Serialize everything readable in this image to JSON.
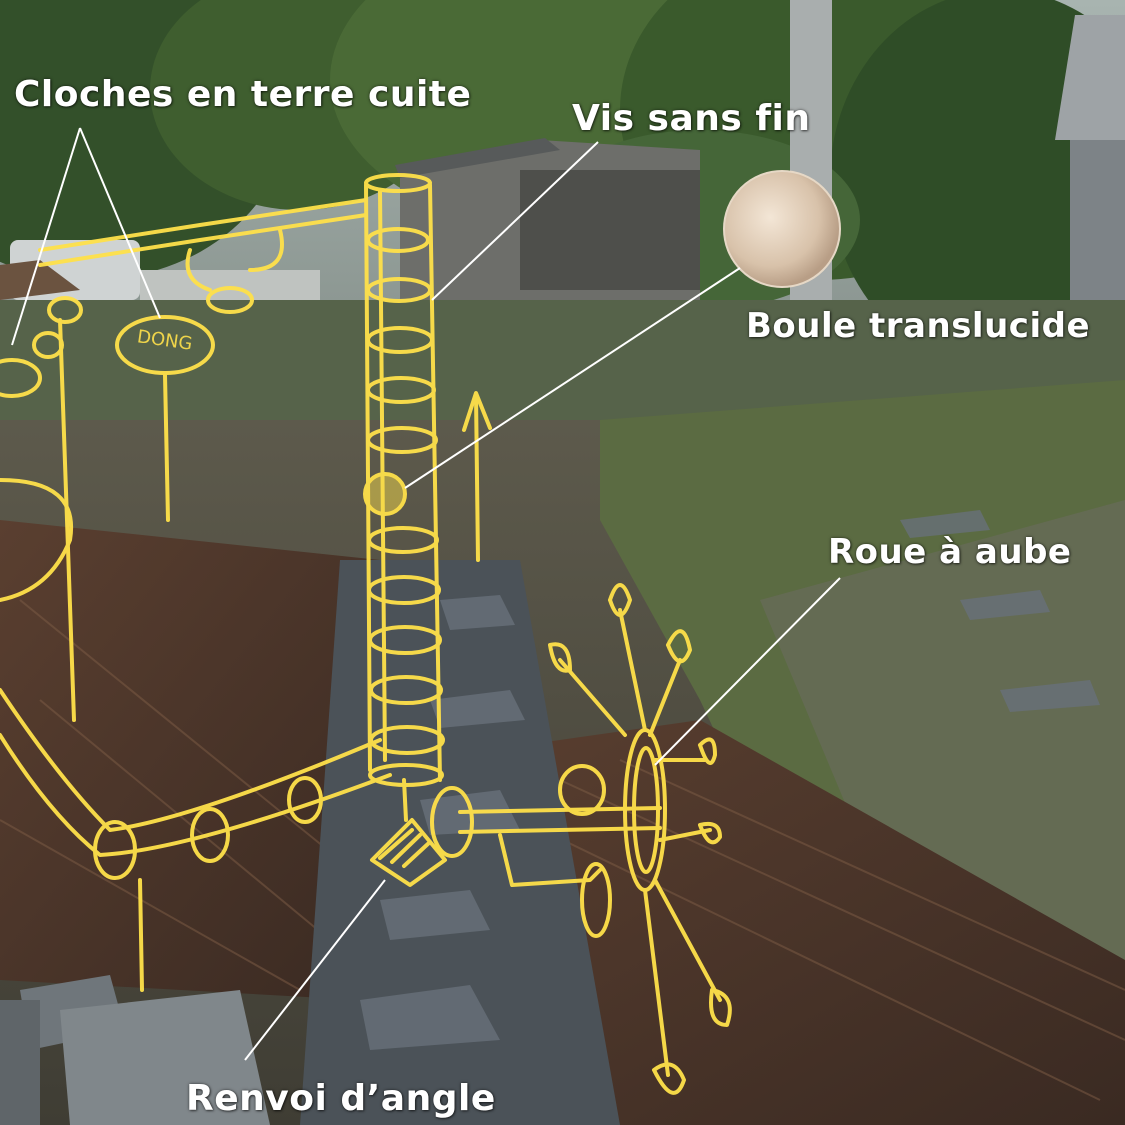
{
  "labels": {
    "cloches": "Cloches en terre cuite",
    "vis": "Vis sans fin",
    "boule": "Boule translucide",
    "roue": "Roue à aube",
    "renvoi": "Renvoi d’angle"
  },
  "sketch_text": "DONG",
  "colors": {
    "sketch": "#ffe14a",
    "label": "#ffffff",
    "sky": "#9aa7a3",
    "foliage": "#3e5a2c",
    "ground": "#4f4c3f",
    "slate": "#5a626a"
  }
}
